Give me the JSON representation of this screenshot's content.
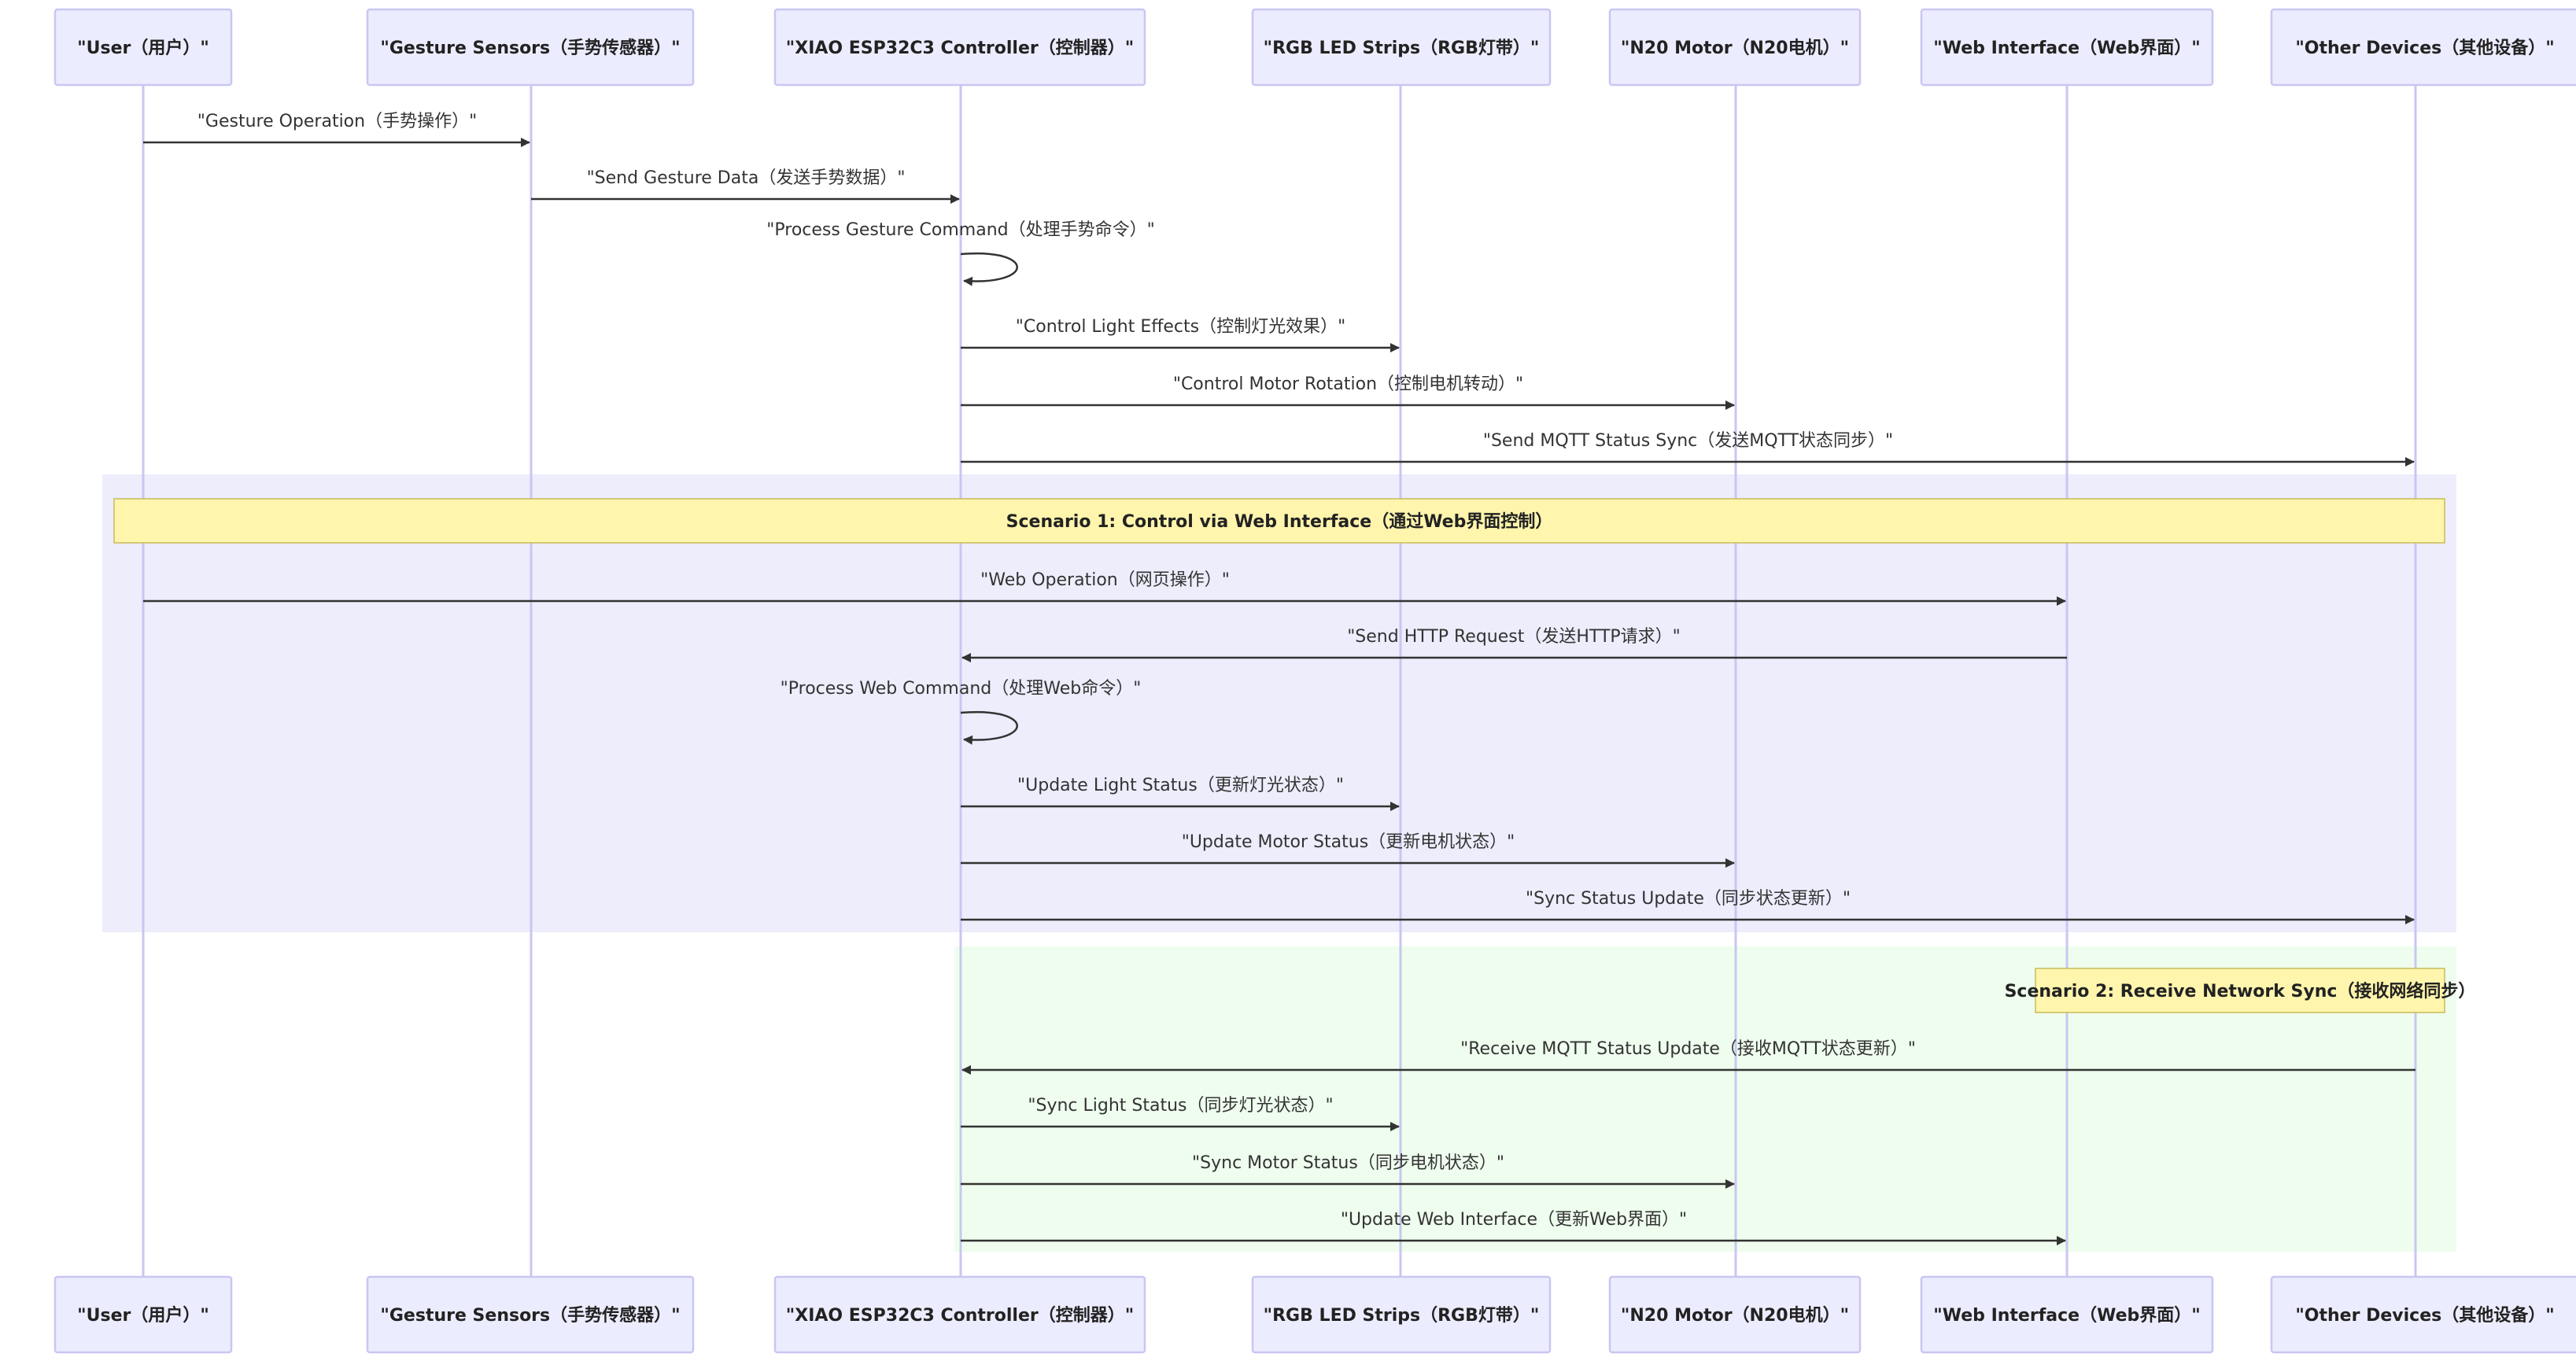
{
  "participants": [
    {
      "id": "user",
      "label": "\"User（用户）\""
    },
    {
      "id": "sensors",
      "label": "\"Gesture Sensors（手势传感器）\""
    },
    {
      "id": "controller",
      "label": "\"XIAO ESP32C3 Controller（控制器）\""
    },
    {
      "id": "led",
      "label": "\"RGB LED Strips（RGB灯带）\""
    },
    {
      "id": "motor",
      "label": "\"N20 Motor（N20电机）\""
    },
    {
      "id": "web",
      "label": "\"Web Interface（Web界面）\""
    },
    {
      "id": "other",
      "label": "\"Other Devices（其他设备）\""
    }
  ],
  "messages": [
    {
      "from": "user",
      "to": "sensors",
      "label": "\"Gesture Operation（手势操作）\""
    },
    {
      "from": "sensors",
      "to": "controller",
      "label": "\"Send Gesture Data（发送手势数据）\""
    },
    {
      "from": "controller",
      "to": "controller",
      "label": "\"Process Gesture Command（处理手势命令）\""
    },
    {
      "from": "controller",
      "to": "led",
      "label": "\"Control Light Effects（控制灯光效果）\""
    },
    {
      "from": "controller",
      "to": "motor",
      "label": "\"Control Motor Rotation（控制电机转动）\""
    },
    {
      "from": "controller",
      "to": "other",
      "label": "\"Send MQTT Status Sync（发送MQTT状态同步）\""
    },
    {
      "from": "user",
      "to": "web",
      "label": "\"Web Operation（网页操作）\""
    },
    {
      "from": "web",
      "to": "controller",
      "label": "\"Send HTTP Request（发送HTTP请求）\""
    },
    {
      "from": "controller",
      "to": "controller",
      "label": "\"Process Web Command（处理Web命令）\""
    },
    {
      "from": "controller",
      "to": "led",
      "label": "\"Update Light Status（更新灯光状态）\""
    },
    {
      "from": "controller",
      "to": "motor",
      "label": "\"Update Motor Status（更新电机状态）\""
    },
    {
      "from": "controller",
      "to": "other",
      "label": "\"Sync Status Update（同步状态更新）\""
    },
    {
      "from": "other",
      "to": "controller",
      "label": "\"Receive MQTT Status Update（接收MQTT状态更新）\""
    },
    {
      "from": "controller",
      "to": "led",
      "label": "\"Sync Light Status（同步灯光状态）\""
    },
    {
      "from": "controller",
      "to": "motor",
      "label": "\"Sync Motor Status（同步电机状态）\""
    },
    {
      "from": "controller",
      "to": "web",
      "label": "\"Update Web Interface（更新Web界面）\""
    }
  ],
  "notes": [
    {
      "label": "Scenario 1: Control via Web Interface（通过Web界面控制）"
    },
    {
      "label": "Scenario 2: Receive Network Sync（接收网络同步）"
    }
  ],
  "colors": {
    "scenario1_background": "#ededfc",
    "scenario2_background": "#eefded",
    "participant_fill": "#ececff",
    "note_fill": "#fff5ad"
  }
}
